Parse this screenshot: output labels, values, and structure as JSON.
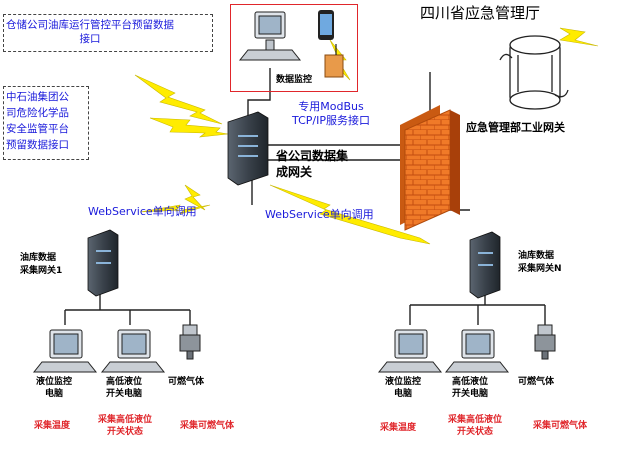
{
  "title": "四川省应急管理厅",
  "gateway_label": "应急管理部工业网关",
  "central_gateway": "省公司数据集\n成网关",
  "modbus_label": "专用ModBus\nTCP/IP服务接口",
  "monitor_label": "数据监控",
  "interface_top": "仓储公司油库运行管控平台预留数据\n接口",
  "interface_left": "中石油集团公\n司危险化学品\n安全监管平台\n预留数据接口",
  "webservice_left": "WebService单向调用",
  "webservice_right": "WebService单向调用",
  "left_site": {
    "gateway": "油库数据\n采集网关1",
    "devices": [
      {
        "name": "液位监控\n电脑",
        "collect": "采集温度"
      },
      {
        "name": "高低液位\n开关电脑",
        "collect": "采集高低液位\n开关状态"
      },
      {
        "name": "可燃气体",
        "collect": "采集可燃气体"
      }
    ]
  },
  "right_site": {
    "gateway": "油库数据\n采集网关N",
    "devices": [
      {
        "name": "液位监控\n电脑",
        "collect": "采集温度"
      },
      {
        "name": "高低液位\n开关电脑",
        "collect": "采集高低液位\n开关状态"
      },
      {
        "name": "可燃气体",
        "collect": "采集可燃气体"
      }
    ]
  },
  "colors": {
    "label_blue": "#1a1adb",
    "label_red": "#e0262b",
    "firewall": "#f07a28",
    "lightning": "#ffec00"
  }
}
